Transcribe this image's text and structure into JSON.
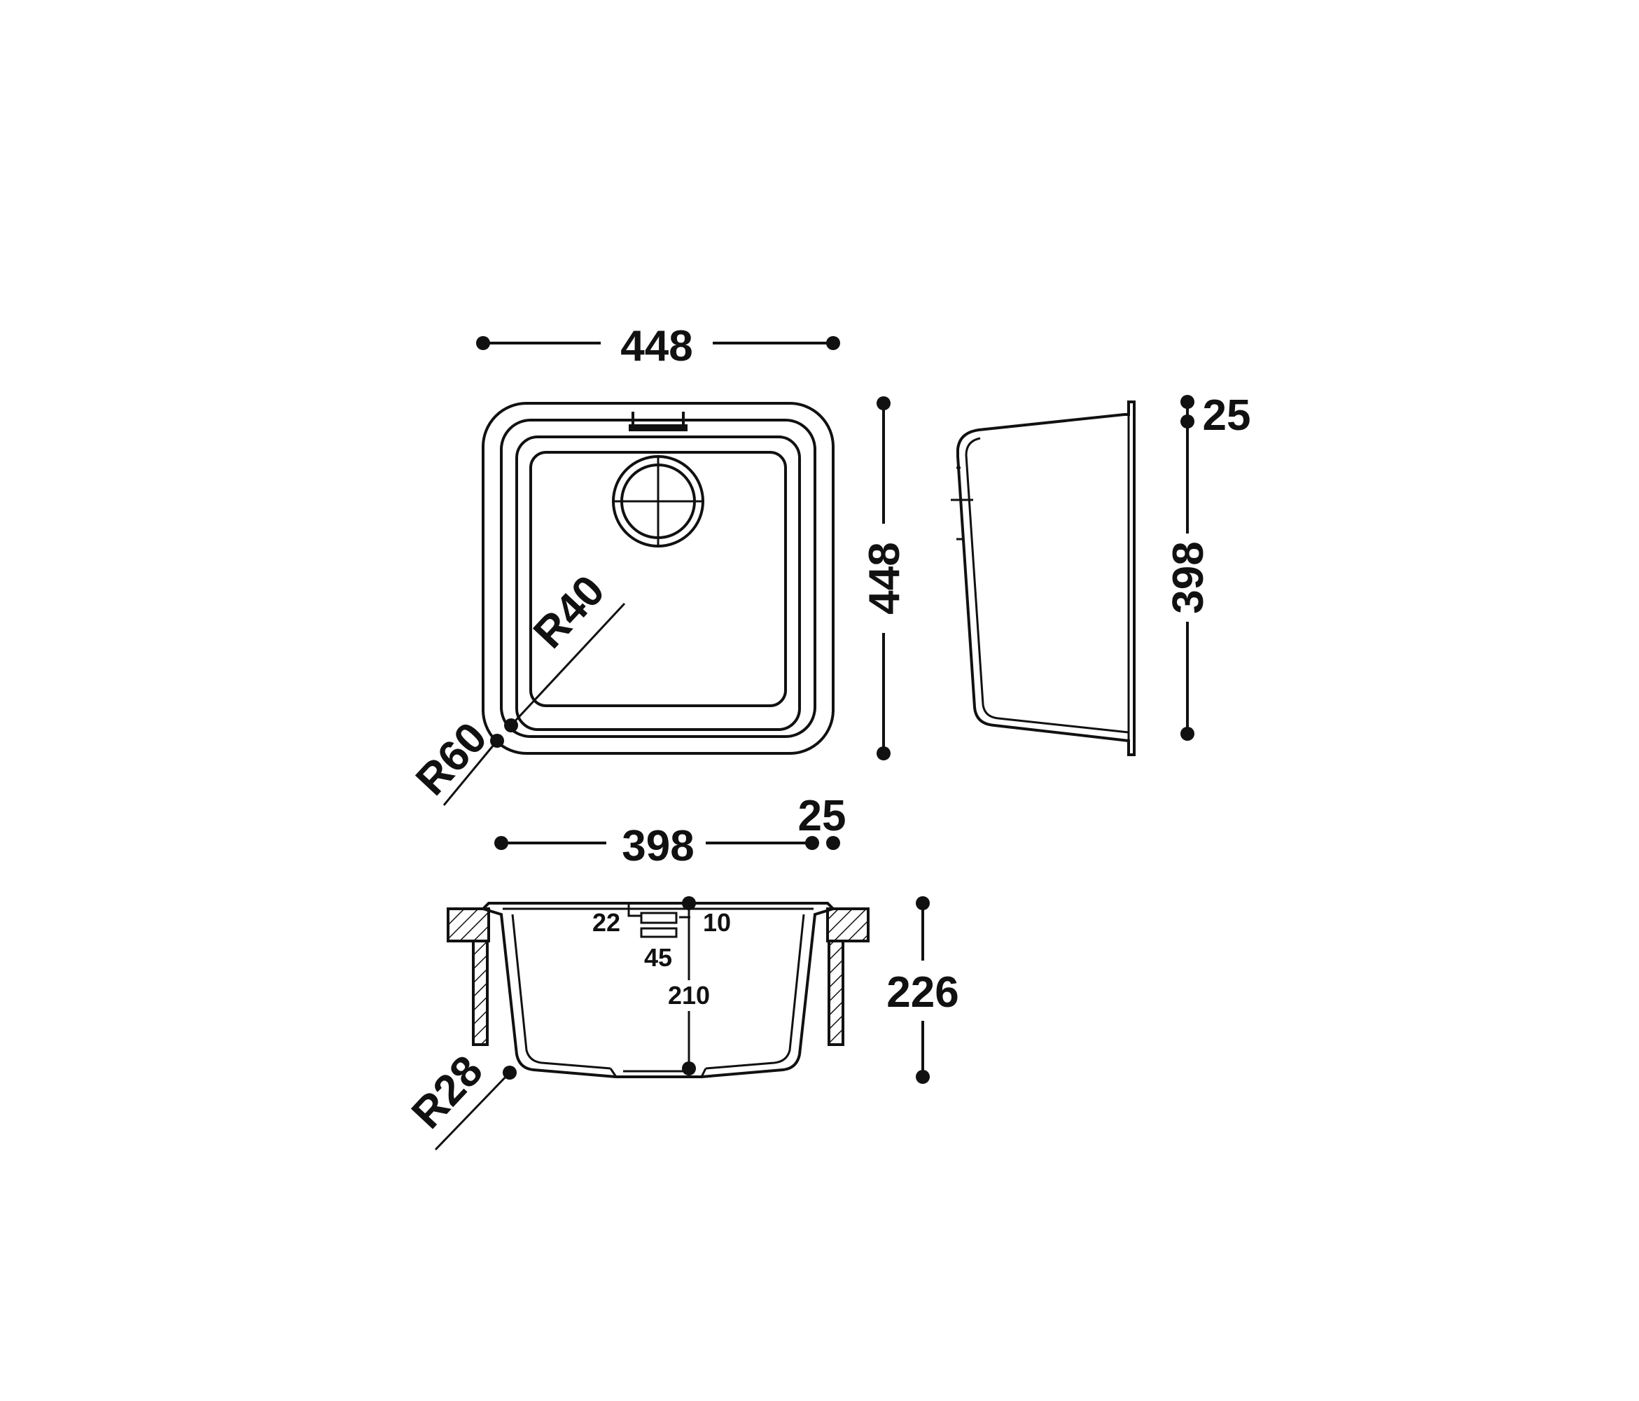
{
  "dimensions": {
    "top_width": "448",
    "top_height": "448",
    "radius_inner": "R40",
    "radius_outer": "R60",
    "side_rim": "25",
    "side_height": "398",
    "front_width": "398",
    "front_rim": "25",
    "front_depth": "226",
    "front_radius": "R28",
    "overflow_width": "22",
    "overflow_height": "10",
    "overflow_length": "45",
    "overflow_depth": "210"
  },
  "colors": {
    "line": "#111111",
    "background": "#ffffff"
  }
}
